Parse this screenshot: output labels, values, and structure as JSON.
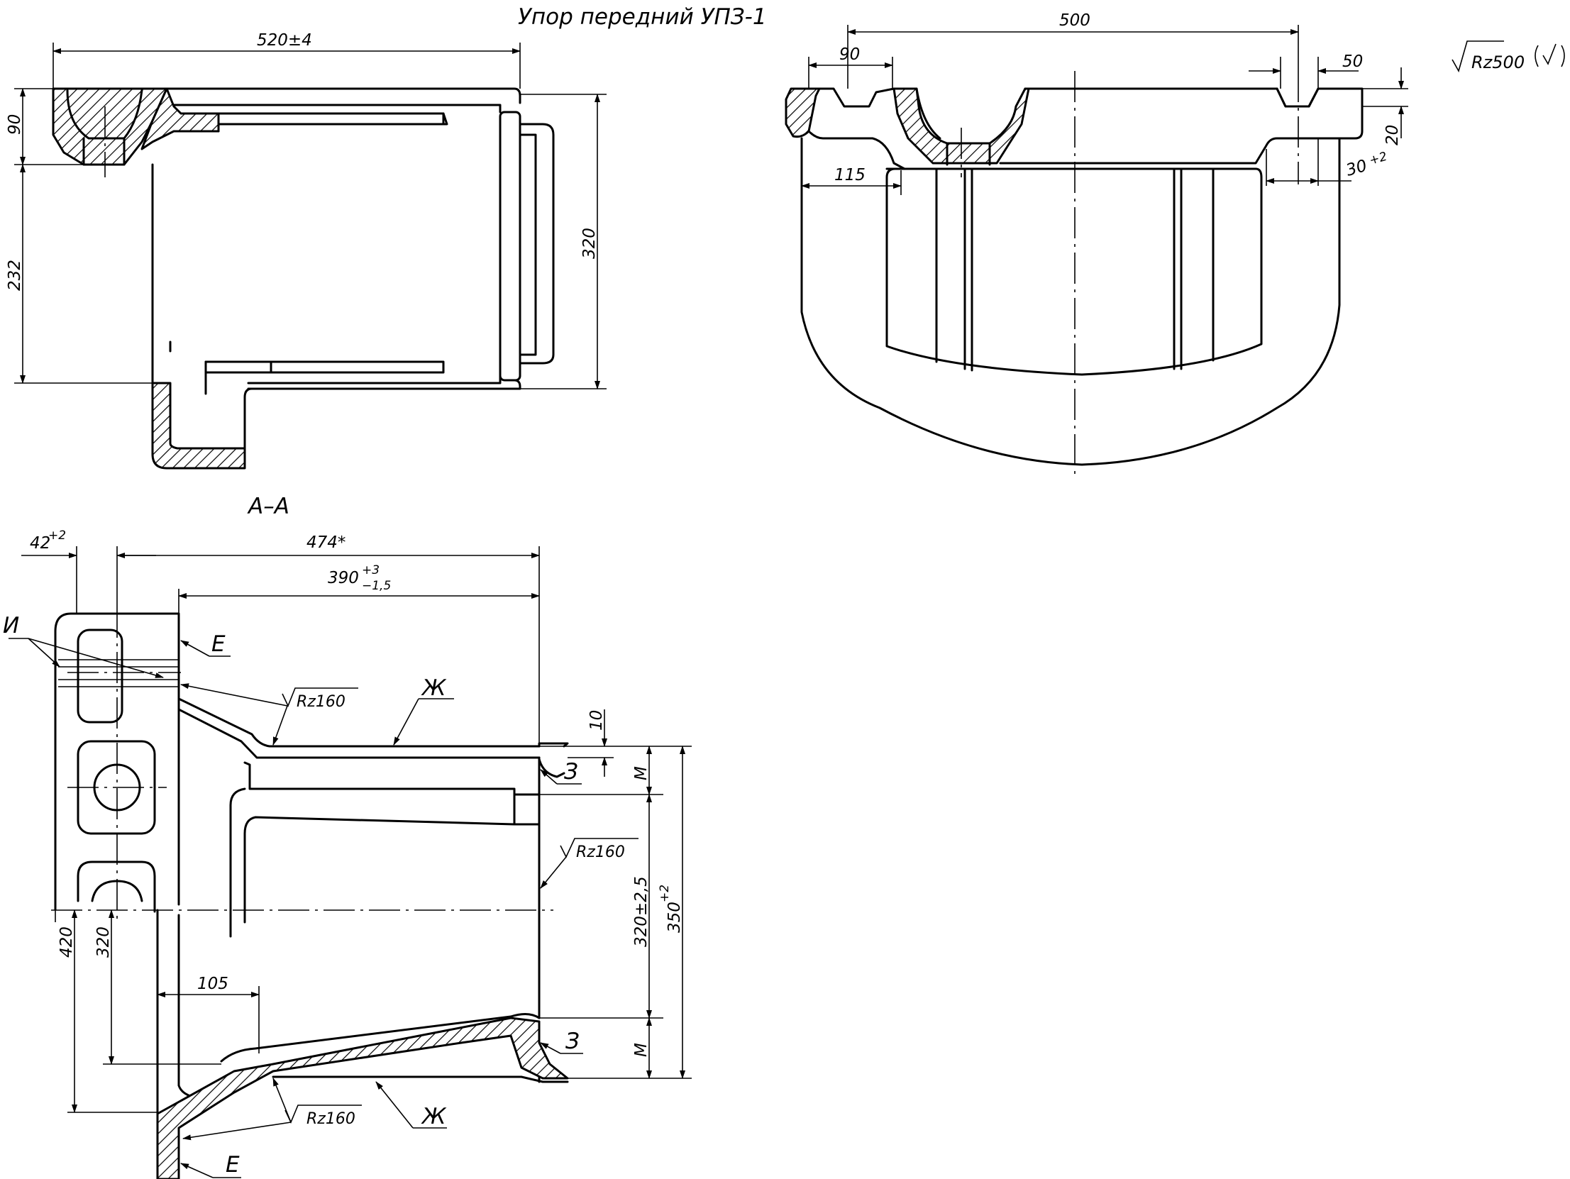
{
  "title": "Упор передний УПЗ-1",
  "roughness_general": "Rz500",
  "section_label": "А–А",
  "dimensions": {
    "top_left": {
      "overall_length": "520±4",
      "flange_height": "90",
      "lower_height": "232",
      "right_height": "320"
    },
    "top_right": {
      "overall_width": "500",
      "left_flange": "90",
      "slot_width": "50",
      "step_width": "115",
      "flange_thickness": "20",
      "offset_base": "30",
      "offset_tolerance": "+2"
    },
    "section": {
      "hole_offset_base": "42",
      "hole_offset_tol": "+2",
      "length": "474*",
      "inner_length_base": "390",
      "inner_length_tol_upper": "+3",
      "inner_length_tol_lower": "−1,5",
      "rib_thickness": "10",
      "m_gap": "М",
      "inner_height": "320±2,5",
      "outer_height_base": "350",
      "outer_height_tol": "+2",
      "total_height": "420",
      "hole_height": "320",
      "rib_length": "105"
    }
  },
  "roughness_marks": [
    "Rz160",
    "Rz160",
    "Rz160"
  ],
  "surface_letters": {
    "e": "Е",
    "zh": "Ж",
    "z": "З",
    "i": "И"
  }
}
